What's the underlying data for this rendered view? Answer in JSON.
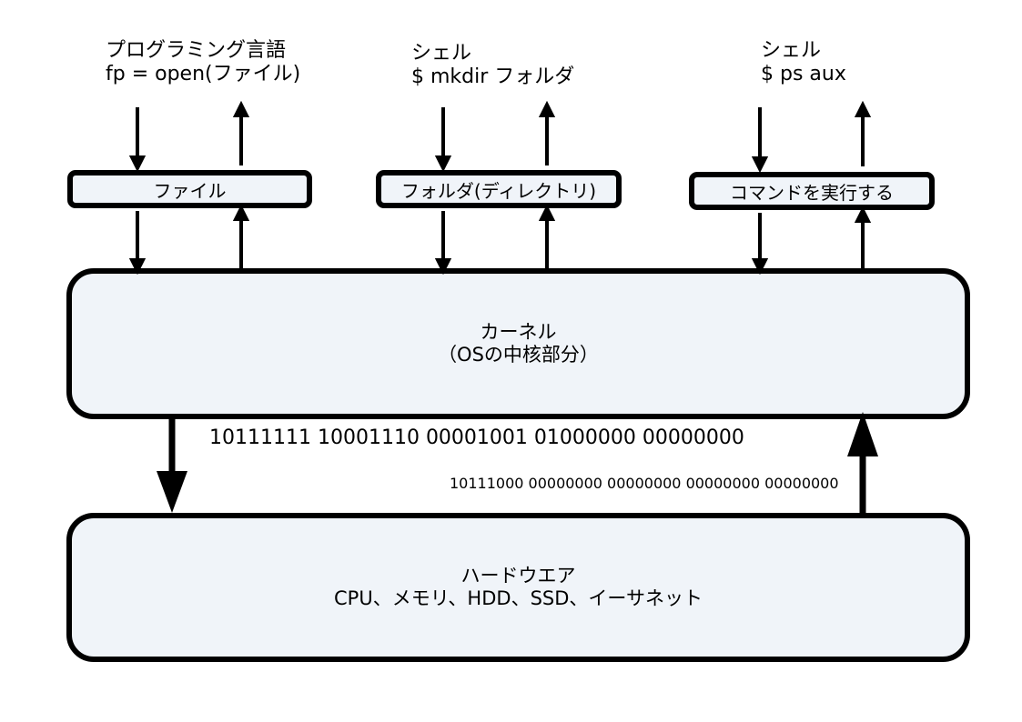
{
  "captions": {
    "programming": {
      "line1": "プログラミング言語",
      "line2": "fp = open(ファイル)"
    },
    "shell_mkdir": {
      "line1": "シェル",
      "line2": "$ mkdir フォルダ"
    },
    "shell_ps": {
      "line1": "シェル",
      "line2": "$ ps aux"
    }
  },
  "boxes": {
    "file": "ファイル",
    "folder": "フォルダ(ディレクトリ)",
    "command": "コマンドを実行する"
  },
  "kernel": {
    "line1": "カーネル",
    "line2": "（OSの中核部分）"
  },
  "hardware": {
    "line1": "ハードウエア",
    "line2": "CPU、メモリ、HDD、SSD、イーサネット"
  },
  "binary": {
    "down": "10111111 10001110 00001001 01000000 00000000",
    "up": "10111000 00000000 00000000 00000000 00000000"
  },
  "colors": {
    "box_fill": "#f0f4f9",
    "stroke": "#000000"
  }
}
